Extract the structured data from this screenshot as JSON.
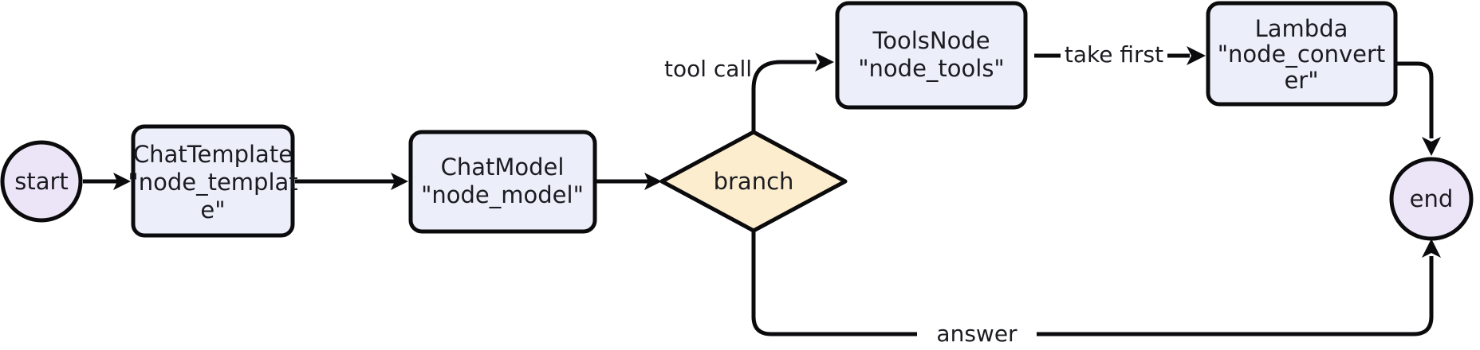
{
  "diagram": {
    "type": "flowchart",
    "orientation": "left-to-right",
    "background_color": "#ffffff",
    "colors": {
      "terminal_fill": "#ece5f7",
      "process_fill": "#eceff9",
      "decision_fill": "#fbedcd",
      "stroke": "#0b0b0d",
      "text": "#1b1c21"
    },
    "nodes": {
      "start": {
        "shape": "circle",
        "label": "start"
      },
      "node_template": {
        "shape": "rounded-rect",
        "line1": "ChatTemplate",
        "line2": "\"node_templat",
        "line3": "e\""
      },
      "node_model": {
        "shape": "rounded-rect",
        "line1": "ChatModel",
        "line2": "\"node_model\""
      },
      "branch": {
        "shape": "diamond",
        "label": "branch"
      },
      "node_tools": {
        "shape": "rounded-rect",
        "line1": "ToolsNode",
        "line2": "\"node_tools\""
      },
      "node_converter": {
        "shape": "rounded-rect",
        "line1": "Lambda",
        "line2": "\"node_convert",
        "line3": "er\""
      },
      "end": {
        "shape": "circle",
        "label": "end"
      }
    },
    "edges": [
      {
        "from": "start",
        "to": "node_template",
        "label": ""
      },
      {
        "from": "node_template",
        "to": "node_model",
        "label": ""
      },
      {
        "from": "node_model",
        "to": "branch",
        "label": ""
      },
      {
        "from": "branch",
        "to": "node_tools",
        "label": "tool call"
      },
      {
        "from": "node_tools",
        "to": "node_converter",
        "label": "take first"
      },
      {
        "from": "node_converter",
        "to": "end",
        "label": ""
      },
      {
        "from": "branch",
        "to": "end",
        "label": "answer"
      }
    ]
  }
}
